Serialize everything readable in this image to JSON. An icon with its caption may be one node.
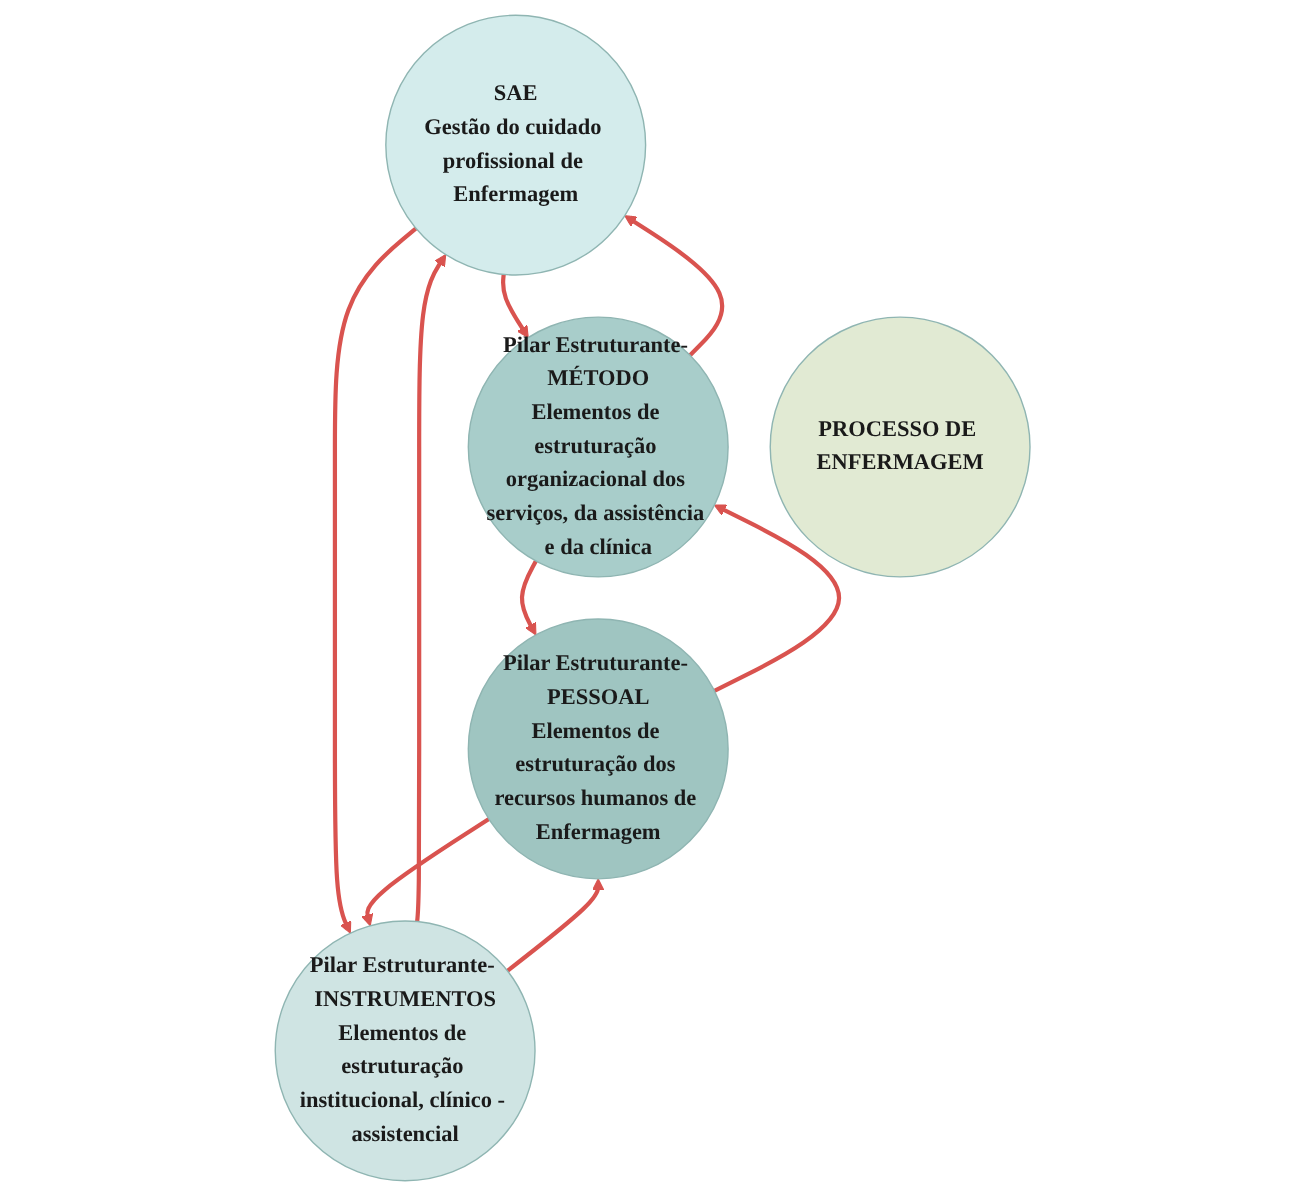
{
  "diagram": {
    "nodes": [
      {
        "text": [
          "SAE",
          "Gestão do cuidado profissional de Enfermagem"
        ]
      },
      {
        "text": [
          "Pilar Estruturante- MÉTODO",
          "Elementos de estruturação organizacional dos serviços, da assistência e da clínica"
        ]
      },
      {
        "text": [
          "PROCESSO DE ENFERMAGEM"
        ]
      },
      {
        "text": [
          "Pilar Estruturante- INSTRUMENTOS",
          "Elementos de estruturação institucional, clínico - assistencial"
        ]
      },
      {
        "text": [
          "Pilar Estruturante- PESSOAL",
          "Elementos de estruturação dos recursos humanos de Enfermagem"
        ]
      }
    ],
    "edges": [
      {
        "from": 0,
        "to": 1,
        "arrow": "to"
      },
      {
        "from": 1,
        "to": 0,
        "arrow": "to"
      },
      {
        "from": 0,
        "to": 3,
        "arrow": "to"
      },
      {
        "from": 3,
        "to": 0,
        "arrow": "to"
      },
      {
        "from": 1,
        "to": 4,
        "arrow": "to"
      },
      {
        "from": 4,
        "to": 1,
        "arrow": "to"
      },
      {
        "from": 3,
        "to": 4,
        "arrow": "to"
      },
      {
        "from": 4,
        "to": 3,
        "arrow": "to"
      }
    ]
  }
}
